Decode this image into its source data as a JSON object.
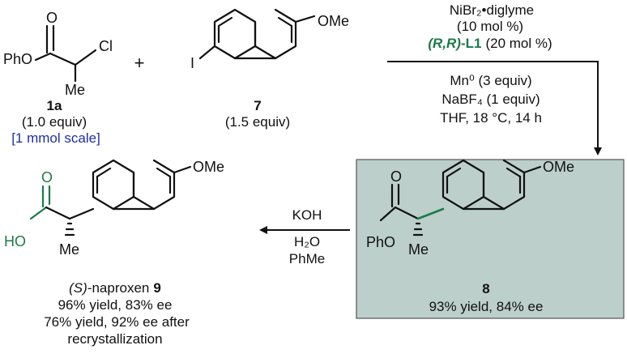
{
  "colors": {
    "accent_green": "#1c7a4a",
    "accent_blue": "#1f2ea6",
    "box_fill": "#bccfcb",
    "box_stroke": "#555555",
    "ink": "#111111"
  },
  "reactant1": {
    "label": "1a",
    "equiv": "(1.0 equiv)",
    "scale": "[1 mmol scale]",
    "atoms": {
      "o": "O",
      "cl": "Cl",
      "pho": "PhO",
      "me": "Me"
    }
  },
  "plus": "+",
  "reactant2": {
    "label": "7",
    "equiv": "(1.5 equiv)",
    "atoms": {
      "i": "I",
      "ome": "OMe"
    }
  },
  "conditions1": {
    "catalyst": "NiBr₂•diglyme",
    "catalyst_loading": "(10 mol %)",
    "ligand_stereo": "(R,R)",
    "ligand_name": "-L1",
    "ligand_loading": "(20 mol %)",
    "reductant": "Mn⁰ (3 equiv)",
    "additive": "NaBF₄ (1 equiv)",
    "solvent_temp_time": "THF, 18 °C, 14 h"
  },
  "product8": {
    "label": "8",
    "yield": "93% yield, 84% ee",
    "atoms": {
      "o": "O",
      "pho": "PhO",
      "me": "Me",
      "ome": "OMe"
    }
  },
  "conditions2": {
    "base": "KOH",
    "solvent1": "H₂O",
    "solvent2": "PhMe"
  },
  "product9": {
    "name_prefix": "(S)",
    "name": "-naproxen",
    "label": "9",
    "yield1": "96% yield, 83% ee",
    "yield2": "76% yield, 92% ee after",
    "yield3": "recrystallization",
    "atoms": {
      "o": "O",
      "ho": "HO",
      "me": "Me",
      "ome": "OMe"
    }
  }
}
